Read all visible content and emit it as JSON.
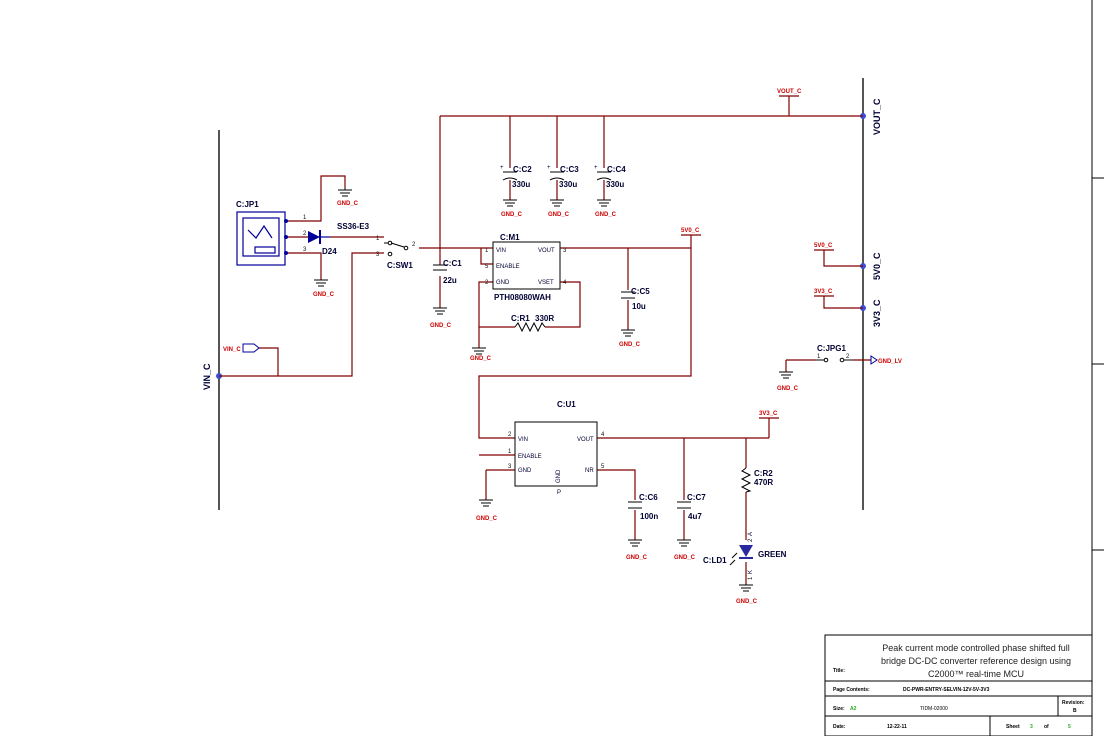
{
  "colors": {
    "wire": "#800000",
    "part": "#000099",
    "ground": "#cc0000",
    "junction": "#3b4fd8",
    "led": "#2a2aa0"
  },
  "connectors": {
    "jp1": {
      "ref": "C:JP1",
      "pins": [
        "1",
        "2",
        "3"
      ]
    },
    "sw1": {
      "ref": "C:SW1",
      "pins": [
        "1",
        "2",
        "3"
      ]
    },
    "jpg1": {
      "ref": "C:JPG1",
      "pins": [
        "1",
        "2"
      ],
      "out_port": "GND_LV"
    }
  },
  "diode": {
    "part": "SS36-E3",
    "ref": "D24"
  },
  "capacitors": [
    {
      "ref": "C:C1",
      "value": "22u"
    },
    {
      "ref": "C:C2",
      "value": "330u",
      "polarity": "+"
    },
    {
      "ref": "C:C3",
      "value": "330u",
      "polarity": "+"
    },
    {
      "ref": "C:C4",
      "value": "330u",
      "polarity": "+"
    },
    {
      "ref": "C:C5",
      "value": "10u"
    },
    {
      "ref": "C:C6",
      "value": "100n"
    },
    {
      "ref": "C:C7",
      "value": "4u7"
    }
  ],
  "m1": {
    "ref": "C:M1",
    "part": "PTH08080WAH",
    "pins": [
      {
        "num": "1",
        "name": "VIN"
      },
      {
        "num": "5",
        "name": "ENABLE"
      },
      {
        "num": "2",
        "name": "GND"
      },
      {
        "num": "3",
        "name": "VOUT"
      },
      {
        "num": "4",
        "name": "VSET"
      }
    ]
  },
  "r1": {
    "ref": "C:R1",
    "value": "330R"
  },
  "u1": {
    "ref": "C:U1",
    "pins": [
      {
        "num": "2",
        "name": "VIN"
      },
      {
        "num": "1",
        "name": "ENABLE"
      },
      {
        "num": "3",
        "name": "GND"
      },
      {
        "num": "4",
        "name": "VOUT"
      },
      {
        "num": "5",
        "name": "NR"
      },
      {
        "num": "",
        "name": "GND"
      },
      {
        "num": "",
        "name": "P"
      }
    ]
  },
  "r2": {
    "ref": "C:R2",
    "value": "470R"
  },
  "led": {
    "ref": "C:LD1",
    "color": "GREEN",
    "pin_a": "A",
    "pin_k": "K",
    "pin_a_num": "2",
    "pin_k_num": "1"
  },
  "ground_label": "GND_C",
  "ports": {
    "vout": "VOUT_C",
    "v5": "5V0_C",
    "v3": "3V3_C",
    "vin": "VIN_C"
  },
  "buses": {
    "vin": "VIN_C",
    "vout": "VOUT_C",
    "v5": "5V0_C",
    "v3": "3V3_C"
  },
  "title_block": {
    "title_label": "Title:",
    "title_lines": [
      "Peak current mode controlled phase shifted full",
      "bridge DC-DC converter reference design using",
      "C2000™ real-time MCU"
    ],
    "page_contents_label": "Page Contents:",
    "page_contents": "DC-PWR-ENTRY-SELVIN-12V-5V-3V3",
    "size_label": "Size:",
    "size": "A2",
    "doc_number": "TIDM-02000",
    "revision_label": "Revision:",
    "revision": "B",
    "date_label": "Date:",
    "date": "12-22-11",
    "sheet_label": "Sheet",
    "sheet": "3",
    "of_label": "of",
    "sheet_total": "5"
  }
}
